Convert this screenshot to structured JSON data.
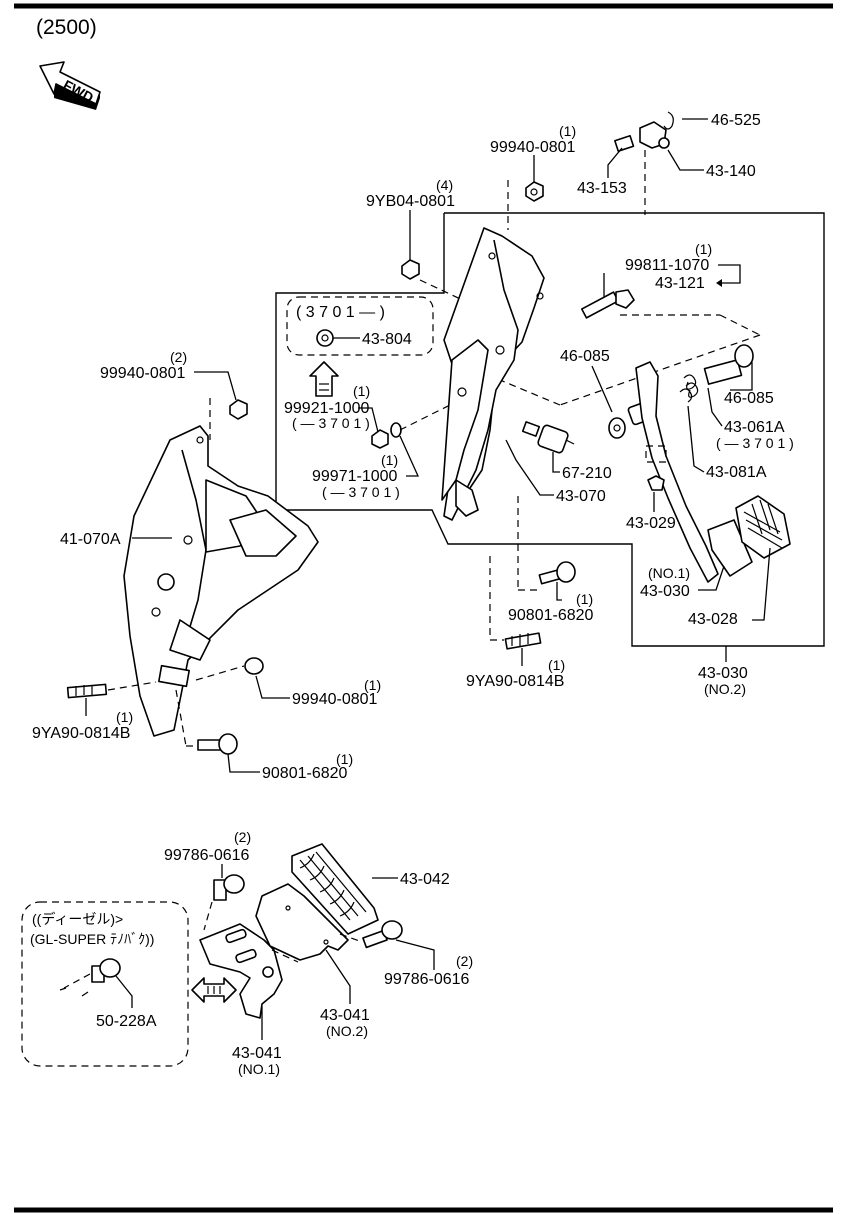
{
  "header": {
    "title": "(2500)",
    "fwd_label": "FWD"
  },
  "parts": {
    "p46525": "46-525",
    "p43140": "43-140",
    "p43153": "43-153",
    "p99940_top": "99940-0801",
    "p99940_top_qty": "(1)",
    "p9yb04": "9YB04-0801",
    "p9yb04_qty": "(4)",
    "p99811": "99811-1070",
    "p99811_qty": "(1)",
    "p43121": "43-121",
    "range_box": "( 3 7 0 1 — )",
    "p43804": "43-804",
    "p46085_a": "46-085",
    "p46085_b": "46-085",
    "p43061a": "43-061A",
    "p43061a_note": "( — 3 7 0 1 )",
    "p43081a": "43-081A",
    "p99940_left": "99940-0801",
    "p99940_left_qty": "(2)",
    "p99921": "99921-1000",
    "p99921_qty": "(1)",
    "p99921_note": "( — 3 7 0 1 )",
    "p99971": "99971-1000",
    "p99971_qty": "(1)",
    "p99971_note": "( — 3 7 0 1 )",
    "p67210": "67-210",
    "p43070": "43-070",
    "p43029": "43-029",
    "p41070a": "41-070A",
    "p43030_no1_tag": "(NO.1)",
    "p43030_no1": "43-030",
    "p43028": "43-028",
    "p90801_mid": "90801-6820",
    "p90801_mid_qty": "(1)",
    "p9ya90_mid": "9YA90-0814B",
    "p9ya90_mid_qty": "(1)",
    "p43030_no2": "43-030",
    "p43030_no2_tag": "(NO.2)",
    "p99940_low": "99940-0801",
    "p99940_low_qty": "(1)",
    "p9ya90_left": "9YA90-0814B",
    "p9ya90_left_qty": "(1)",
    "p90801_low": "90801-6820",
    "p90801_low_qty": "(1)",
    "p99786_a": "99786-0616",
    "p99786_a_qty": "(2)",
    "p43042": "43-042",
    "p99786_b": "99786-0616",
    "p99786_b_qty": "(2)",
    "p43041_no2": "43-041",
    "p43041_no2_tag": "(NO.2)",
    "p43041_no1": "43-041",
    "p43041_no1_tag": "(NO.1)",
    "diesel_line1": "((ディーゼル)>",
    "diesel_line2": "(GL-SUPER ﾃﾉﾊﾞｸ))",
    "p50228a": "50-228A"
  }
}
